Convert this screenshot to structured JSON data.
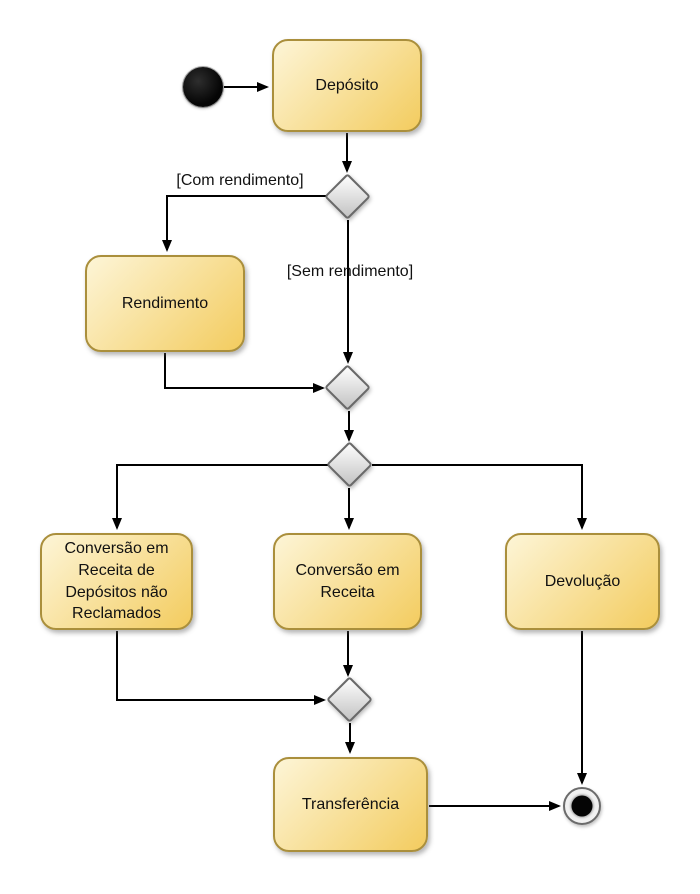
{
  "diagram": {
    "type": "uml-activity-diagram"
  },
  "theme": {
    "background": "#ffffff",
    "node_fill_top": "#fdf5d7",
    "node_fill_bottom": "#f3cc5f",
    "node_border": "#aa8f3c",
    "decision_fill_top": "#fdfdfd",
    "decision_fill_bottom": "#c3c3c3",
    "decision_border": "#696969",
    "edge_color": "#000000",
    "text_color": "#111111",
    "initial_fill": "#050505",
    "final_fill": "#f1f1f1",
    "final_border": "#6b6b6b"
  },
  "nodes": {
    "deposito": {
      "label": "Depósito"
    },
    "rendimento": {
      "label": "Rendimento"
    },
    "conversao_depositos_nao_reclamados": {
      "label": "Conversão em Receita de Depósitos não Reclamados"
    },
    "conversao_receita": {
      "label": "Conversão em Receita"
    },
    "devolucao": {
      "label": "Devolução"
    },
    "transferencia": {
      "label": "Transferência"
    }
  },
  "edge_labels": {
    "com_rendimento": "[Com rendimento]",
    "sem_rendimento": "[Sem rendimento]"
  }
}
